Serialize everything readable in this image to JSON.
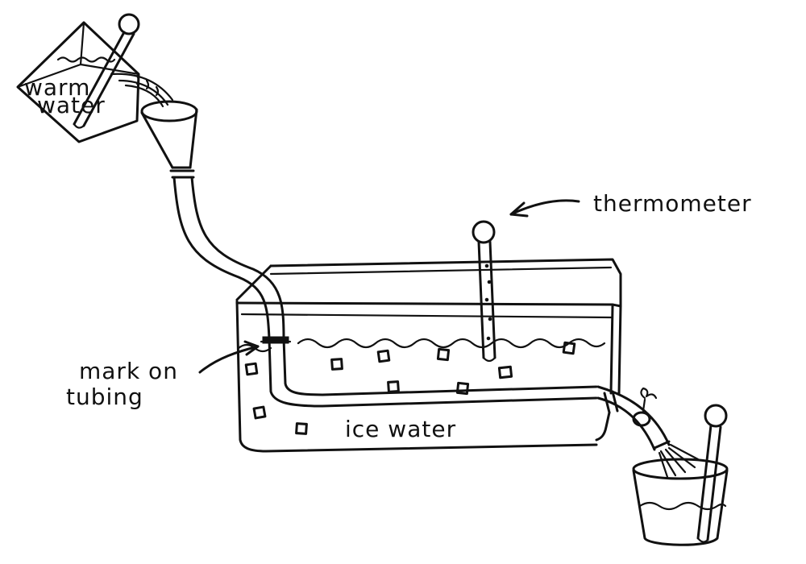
{
  "labels": {
    "warm_line1": "warm",
    "warm_line2": "water",
    "thermometer": "thermometer",
    "mark_line1": "mark on",
    "mark_line2": "tubing",
    "ice_water": "ice water"
  },
  "icons": {
    "pitcher": "pitcher-icon",
    "funnel": "funnel-icon",
    "tank": "tank-icon",
    "cup": "cup-icon",
    "thermometer": "thermometer-icon",
    "clamp": "clamp-icon"
  },
  "colors": {
    "ink": "#111111",
    "paper": "#ffffff"
  }
}
